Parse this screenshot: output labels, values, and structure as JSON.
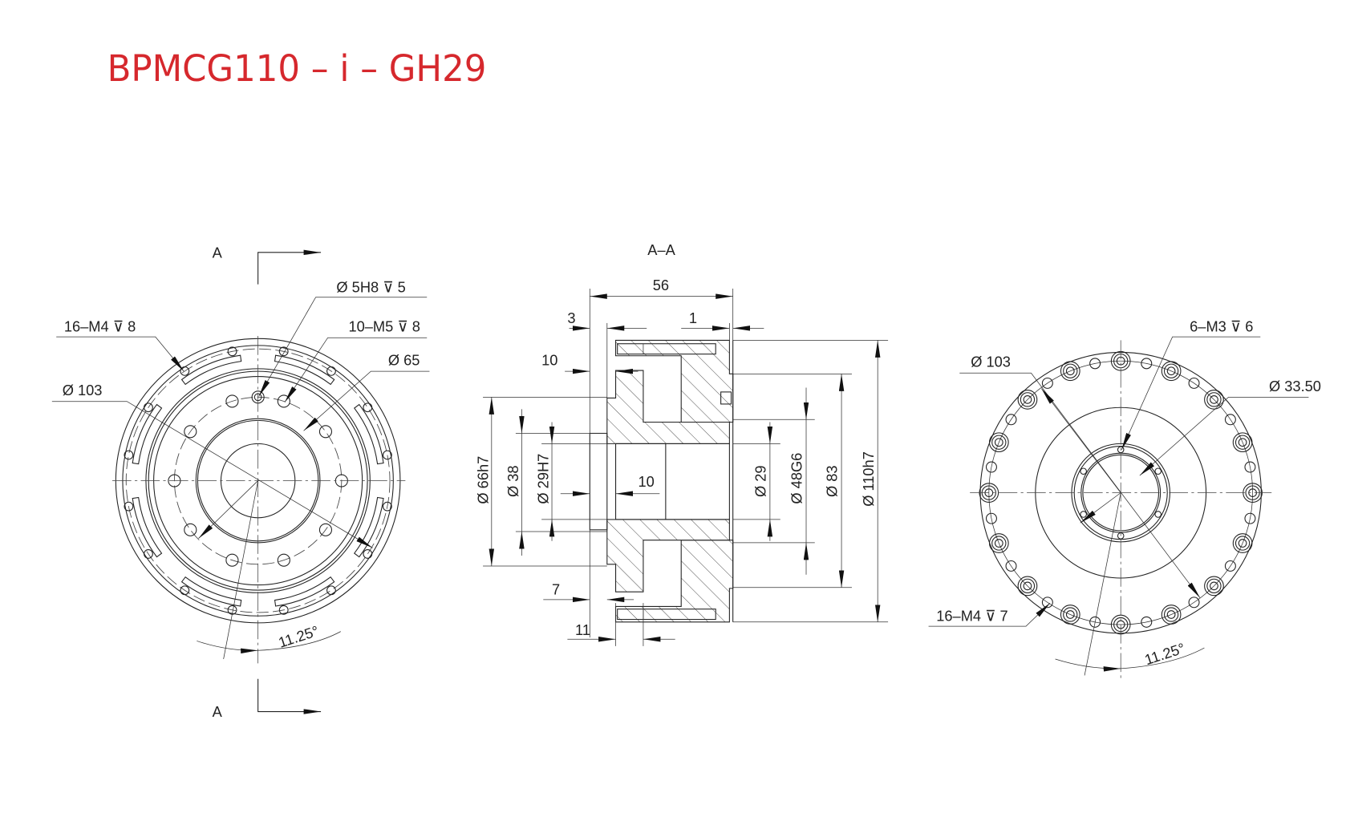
{
  "title": "BPMCG110 – i – GH29",
  "colors": {
    "title": "#d6282d",
    "lines": "#222222"
  },
  "front_view": {
    "section_mark_top": "A",
    "section_mark_bottom": "A",
    "labels": {
      "outer_holes": "16–M4 ⊽ 8",
      "pin_hole": "Ø 5H8 ⊽ 5",
      "inner_holes": "10–M5 ⊽ 8",
      "bore_dia": "Ø 65",
      "pitch_dia": "Ø 103",
      "angle": "11.25°"
    }
  },
  "section_view": {
    "title": "A–A",
    "dims": {
      "length": "56",
      "flange_offset": "3",
      "face_offset": "1",
      "step_10": "10",
      "bore_depth": "10",
      "step_7": "7",
      "step_11": "11",
      "d66": "Ø 66h7",
      "d38": "Ø 38",
      "d29h": "Ø 29H7",
      "d29": "Ø 29",
      "d48": "Ø 48G6",
      "d83": "Ø 83",
      "d110": "Ø 110h7"
    }
  },
  "rear_view": {
    "labels": {
      "pitch_dia": "Ø 103",
      "small_holes": "6–M3 ⊽ 6",
      "inner_dia": "Ø 33.50",
      "outer_holes": "16–M4 ⊽ 7",
      "angle": "11.25°"
    }
  }
}
